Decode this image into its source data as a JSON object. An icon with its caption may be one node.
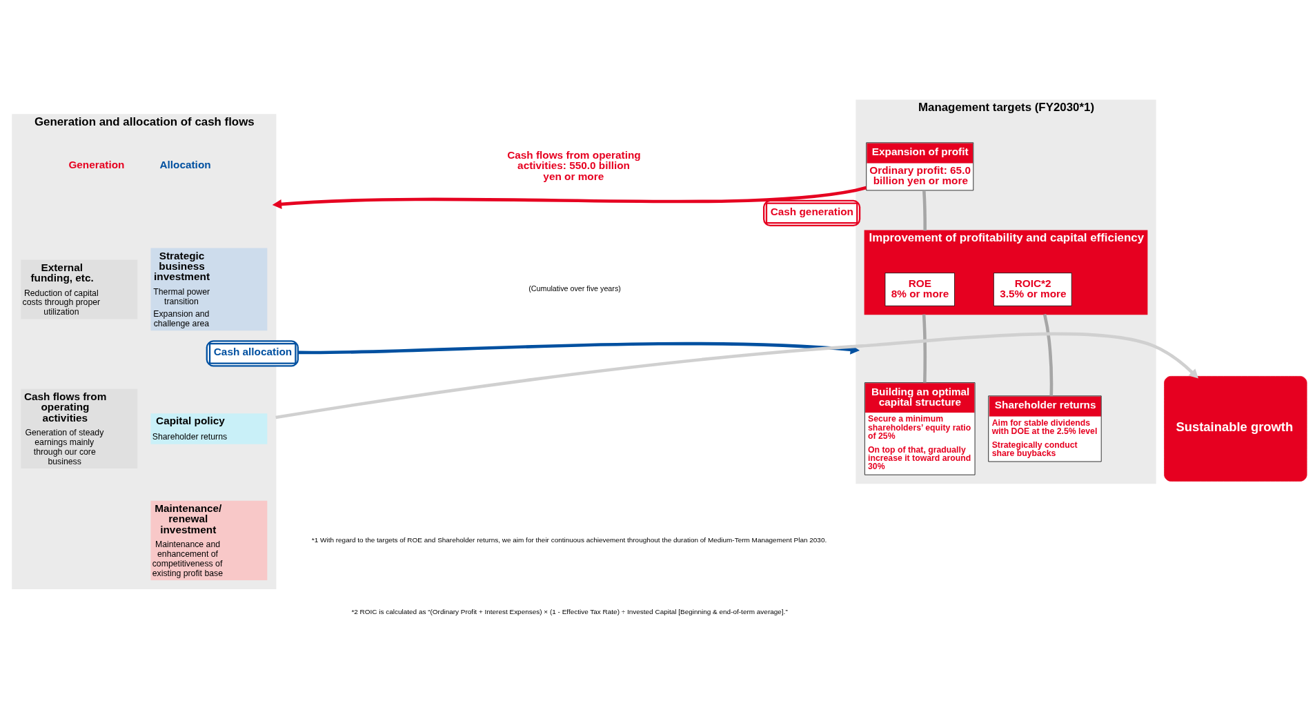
{
  "diagram": {
    "nodes": [
      {
        "text": [
          "Management targets (FY2030*1)"
        ]
      },
      {
        "text": [
          "Expansion of profit",
          "Ordinary profit: 65.0 billion yen or more"
        ],
        "in": 0
      },
      {
        "text": [
          "Improvement of profitability and capital efficiency"
        ],
        "in": 0
      },
      {
        "text": [
          "ROE",
          "8% or more"
        ],
        "in": 2
      },
      {
        "text": [
          "ROIC*2",
          "3.5% or more"
        ],
        "in": 2
      },
      {
        "text": [
          "Building an optimal capital structure",
          "Secure a minimum shareholders’ equity ratio of 25%",
          "On top of that, gradually increase it toward around 30%"
        ],
        "in": 0
      },
      {
        "text": [
          "Shareholder returns",
          "Aim for stable dividends with DOE at the 2.5% level",
          "Strategically conduct share buybacks"
        ],
        "in": 0
      },
      {
        "text": [
          "Generation and allocation of cash flows"
        ]
      },
      {
        "text": [
          "External funding, etc.",
          "Reduction of capital costs through proper utilization"
        ],
        "in": 7
      },
      {
        "text": [
          "Cash flows from operating activities",
          "Generation of steady earnings mainly through our core business"
        ],
        "in": 7
      },
      {
        "text": [
          "Strategic business investment",
          "Thermal power transition",
          "Expansion and challenge area"
        ],
        "in": 7
      },
      {
        "text": [
          "Capital policy",
          "Shareholder returns"
        ],
        "in": 7
      },
      {
        "text": [
          "Maintenance/ renewal investment",
          "Maintenance and enhancement of competitiveness of existing profit base"
        ],
        "in": 7
      },
      {
        "text": [
          "Sustainable growth"
        ]
      }
    ],
    "edges": [
      {
        "from": 1,
        "to": 2,
        "arrow": "none",
        "color": "#a6a6a6"
      },
      {
        "from": 2,
        "to": 5,
        "arrow": "none",
        "color": "#a6a6a6"
      },
      {
        "from": 2,
        "to": 6,
        "arrow": "none",
        "color": "#a6a6a6"
      },
      {
        "from": 1,
        "to": 7,
        "arrow": "to",
        "label": "Cash generation",
        "color": "#e60020"
      },
      {
        "from": 7,
        "to": 0,
        "arrow": "to",
        "label": "Cash allocation",
        "color": "#0050a0"
      },
      {
        "from": 7,
        "to": 13,
        "arrow": "to",
        "color": "#d0d0d0"
      }
    ],
    "labels": [
      "Generation",
      "Allocation",
      "Cash flows from operating activities: 550.0 billion yen or more",
      "(Cumulative over five years)",
      "*1 With regard to the targets of ROE and Shareholder returns, we aim for their continuous achievement throughout the duration of Medium-Term Management Plan 2030.",
      "*2 ROIC is calculated as “(Ordinary Profit + Interest Expenses) × (1 - Effective Tax Rate) ÷ Invested Capital [Beginning & end-of-term average].”"
    ]
  }
}
